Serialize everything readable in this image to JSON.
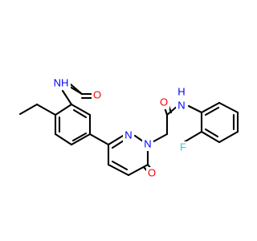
{
  "molecule": {
    "atoms": {
      "nh_acetamide": "NH",
      "o_acetyl": "O",
      "n1_ring": "N",
      "n2_ring": "N",
      "o_ring": "O",
      "o_amide": "O",
      "nh_amide": "N",
      "h_amide": "H",
      "f_phenyl": "F"
    },
    "colors": {
      "bond": "#000000",
      "nitrogen": "#0000ff",
      "oxygen": "#ff0000",
      "fluorine": "#33cccc"
    }
  }
}
